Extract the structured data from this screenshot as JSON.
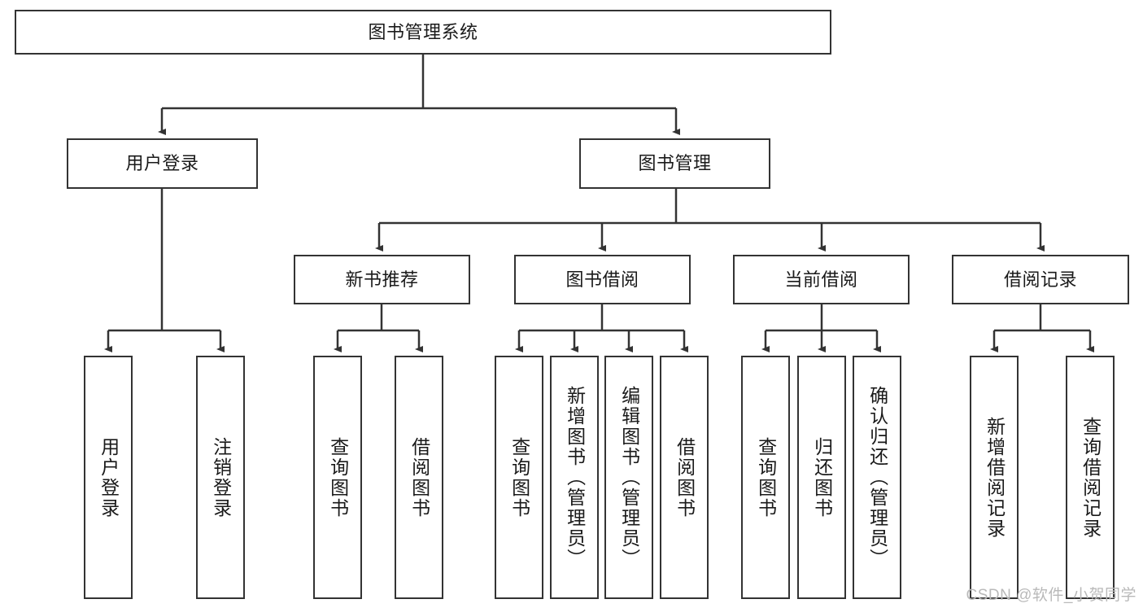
{
  "diagram": {
    "type": "tree",
    "title": "图书管理系统",
    "watermark": "CSDN @软件_小贺同学",
    "colors": {
      "box_border": "#333333",
      "box_fill": "#ffffff",
      "connector": "#333333",
      "text": "#1a1a1a",
      "watermark": "#b9b9b9"
    },
    "root": {
      "label": "图书管理系统"
    },
    "level2": [
      {
        "label": "用户登录"
      },
      {
        "label": "图书管理"
      }
    ],
    "level3": [
      {
        "label": "新书推荐"
      },
      {
        "label": "图书借阅"
      },
      {
        "label": "当前借阅"
      },
      {
        "label": "借阅记录"
      }
    ],
    "leaves": {
      "user_login": [
        {
          "label": "用户登录"
        },
        {
          "label": "注销登录"
        }
      ],
      "new_book_recommend": [
        {
          "label": "查询图书"
        },
        {
          "label": "借阅图书"
        }
      ],
      "book_borrow": [
        {
          "label": "查询图书"
        },
        {
          "label": "新增图书（管理员）"
        },
        {
          "label": "编辑图书（管理员）"
        },
        {
          "label": "借阅图书"
        }
      ],
      "current_borrow": [
        {
          "label": "查询图书"
        },
        {
          "label": "归还图书"
        },
        {
          "label": "确认归还（管理员）"
        }
      ],
      "borrow_record": [
        {
          "label": "新增借阅记录"
        },
        {
          "label": "查询借阅记录"
        }
      ]
    }
  }
}
